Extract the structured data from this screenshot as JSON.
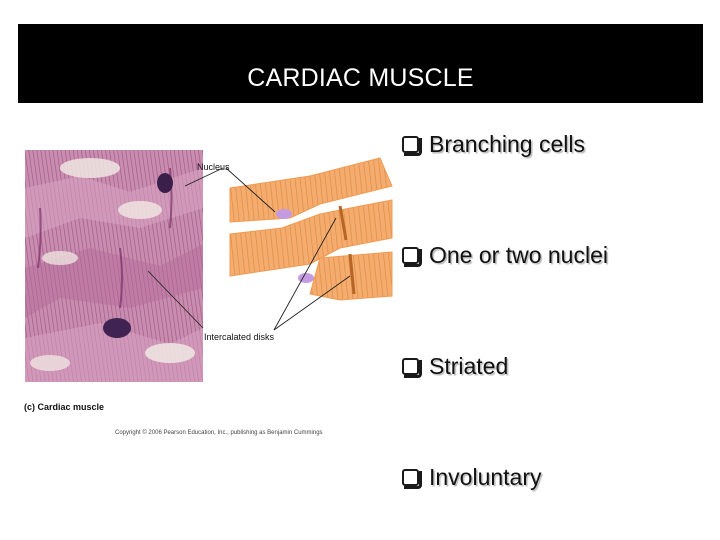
{
  "slide": {
    "title": "CARDIAC MUSCLE"
  },
  "figure": {
    "label_nucleus": "Nucleus",
    "label_intercalated": "Intercalated disks",
    "caption": "(c) Cardiac muscle",
    "copyright": "Copyright © 2006 Pearson Education, Inc., publishing as Benjamin Cummings"
  },
  "bullets": [
    {
      "text": "Branching cells"
    },
    {
      "text": "One or two nuclei"
    },
    {
      "text": "Striated"
    },
    {
      "text": "Involuntary"
    }
  ],
  "colors": {
    "title_bar": "#000000",
    "title_text": "#ffffff",
    "tissue_pink": "#c97fa8",
    "cell_orange": "#f2a766",
    "nucleus_purple": "#b98ad6"
  }
}
